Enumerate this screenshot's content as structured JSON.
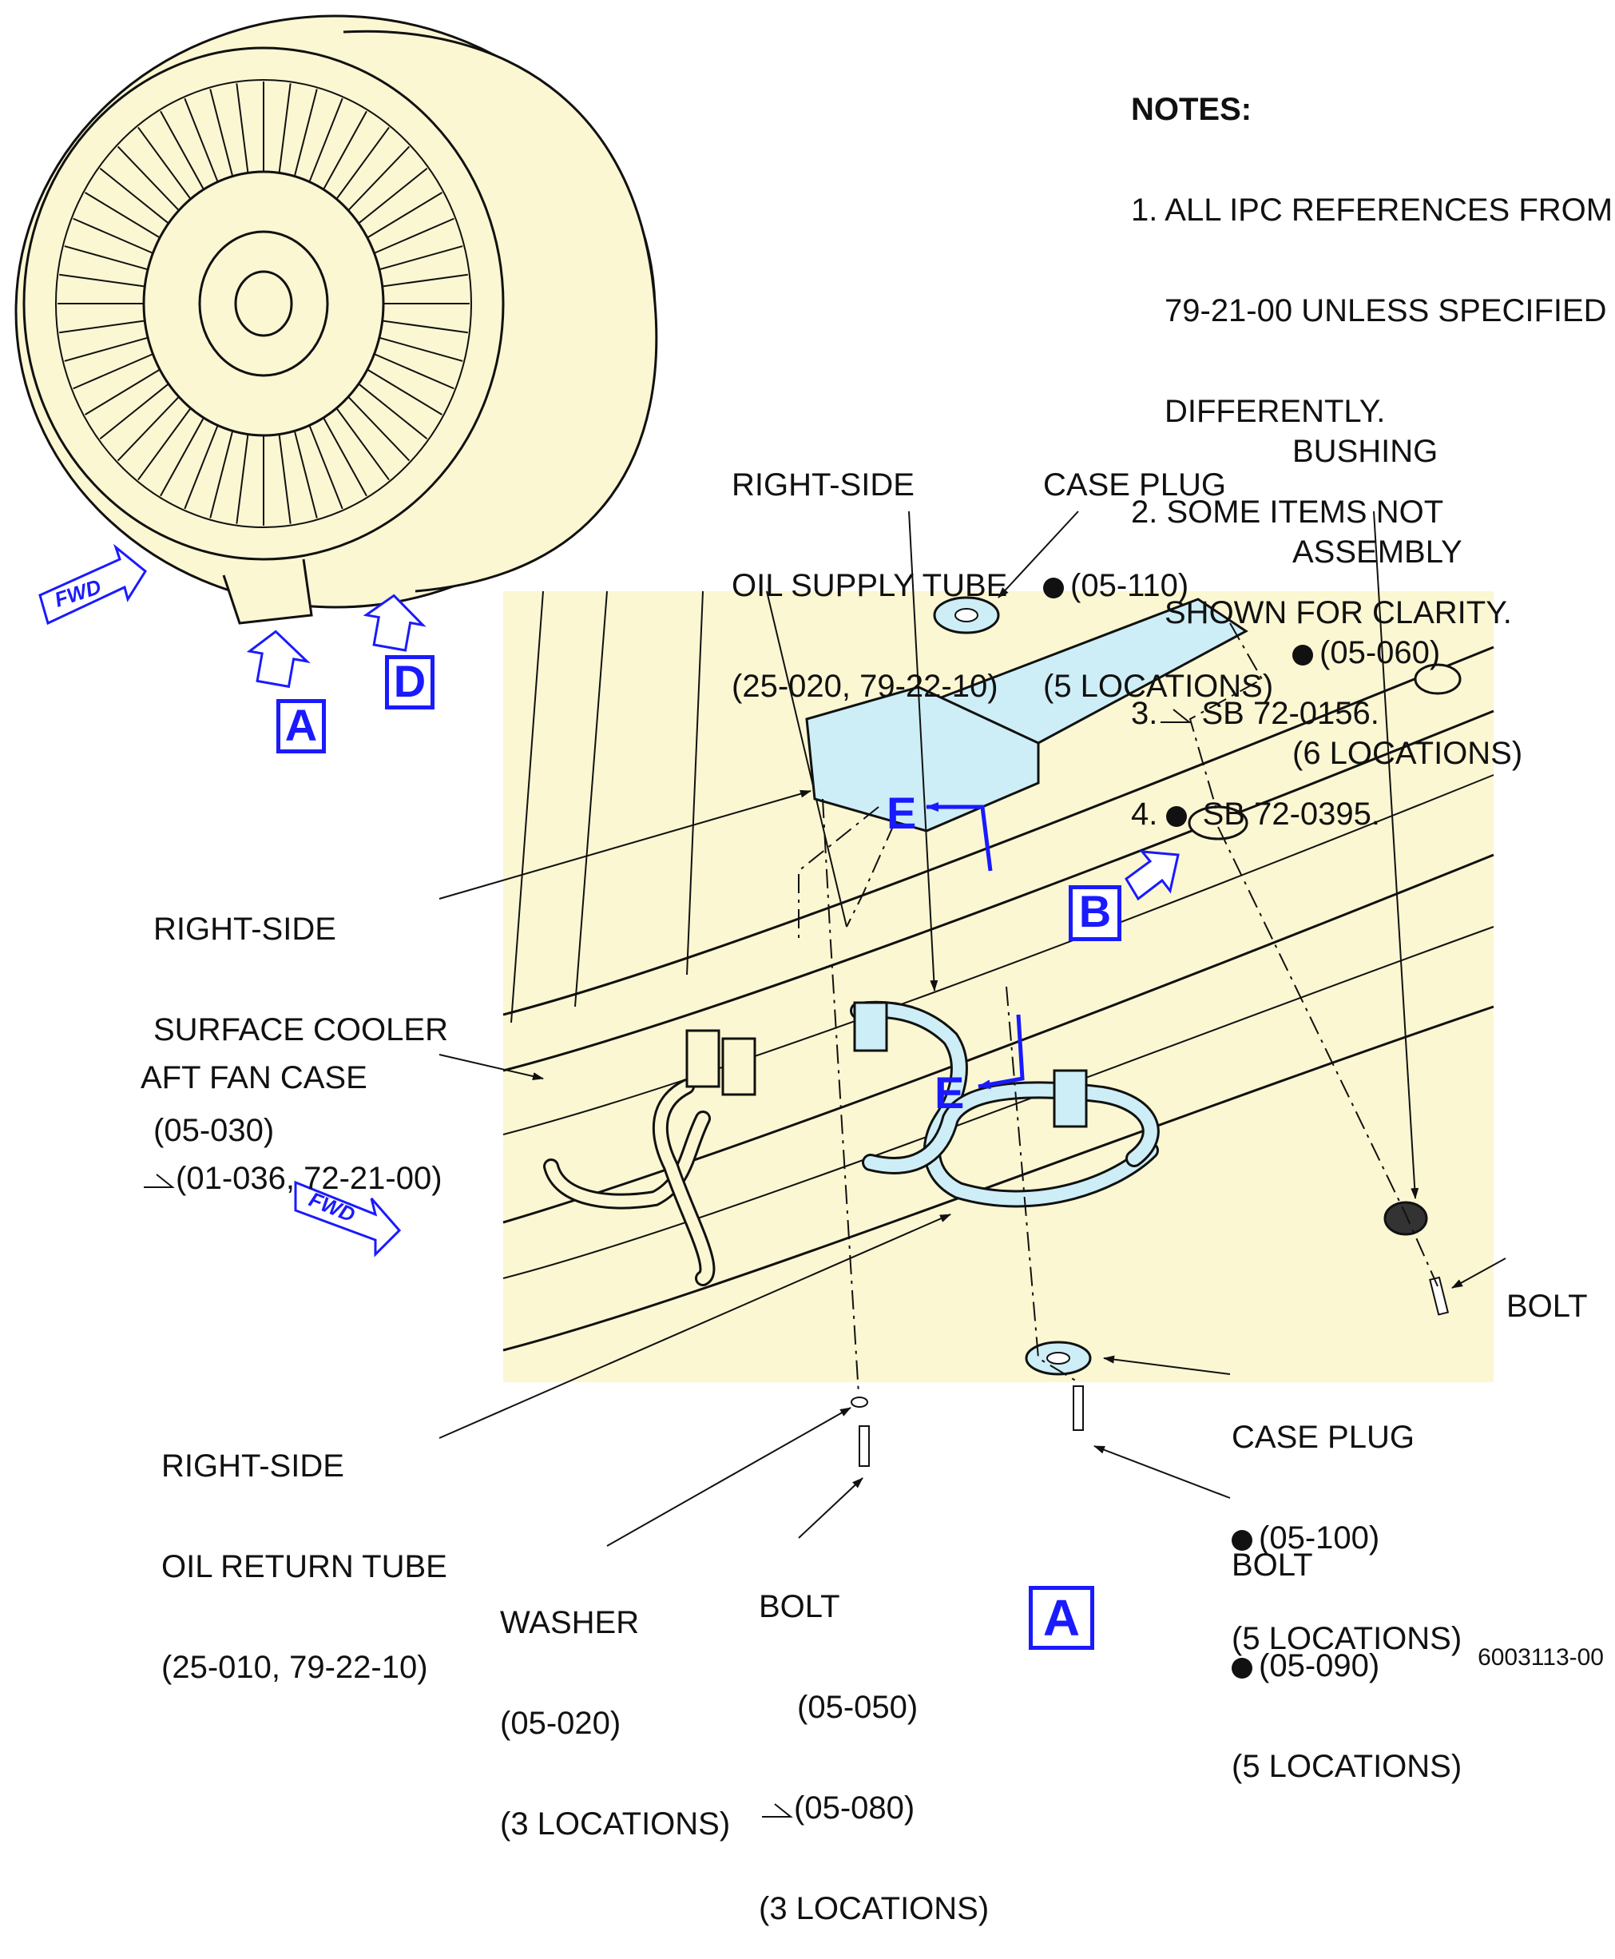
{
  "notes": {
    "title": "NOTES:",
    "n1a": "1. ALL IPC REFERENCES FROM",
    "n1b": "79-21-00 UNLESS SPECIFIED",
    "n1c": "DIFFERENTLY.",
    "n2a": "2. SOME ITEMS NOT",
    "n2b": "SHOWN FOR CLARITY.",
    "n3_prefix": "3.",
    "n3_text": "SB 72-0156.",
    "n4_prefix": "4.",
    "n4_text": "SB 72-0395."
  },
  "callouts": {
    "supply_tube": [
      "RIGHT-SIDE",
      "OIL SUPPLY TUBE",
      "(25-020, 79-22-10)"
    ],
    "case_plug_top": [
      "CASE PLUG",
      "(05-110)",
      "(5 LOCATIONS)"
    ],
    "bushing": [
      "BUSHING",
      "ASSEMBLY",
      "(05-060)",
      "(6 LOCATIONS)"
    ],
    "surface_cooler": [
      "RIGHT-SIDE",
      "SURFACE COOLER",
      "(05-030)"
    ],
    "aft_fan_case": [
      "AFT FAN CASE",
      "(01-036, 72-21-00)"
    ],
    "return_tube": [
      "RIGHT-SIDE",
      "OIL RETURN TUBE",
      "(25-010, 79-22-10)"
    ],
    "bolt_right": "BOLT",
    "case_plug_bottom": [
      "CASE PLUG",
      "(05-100)",
      "(5 LOCATIONS)"
    ],
    "bolt_090": [
      "BOLT",
      "(05-090)",
      "(5 LOCATIONS)"
    ],
    "washer": [
      "WASHER",
      "(05-020)",
      "(3 LOCATIONS)"
    ],
    "bolt_050": [
      "BOLT",
      "(05-050)",
      "(05-080)",
      "(3 LOCATIONS)"
    ]
  },
  "view_refs": {
    "a_top": "A",
    "d_top": "D",
    "b": "B",
    "e_upper": "E",
    "e_lower": "E",
    "a_bottom": "A"
  },
  "fwd_label": "FWD",
  "figure_id": "6003113-00",
  "colors": {
    "part_fill": "#fbf7d2",
    "highlight_fill": "#cdeef7",
    "reference_blue": "#1a1aff",
    "line": "#111111"
  }
}
